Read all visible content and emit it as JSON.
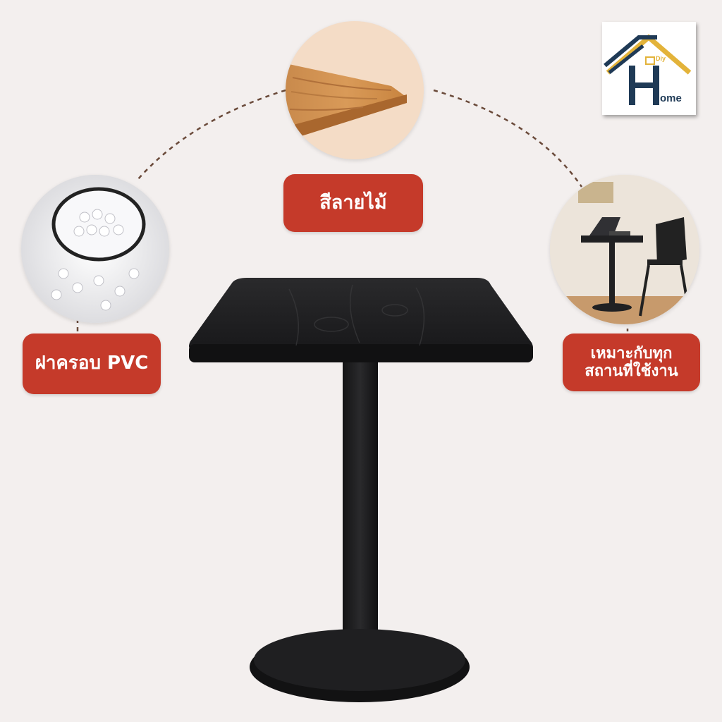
{
  "labels": {
    "wood_pattern": "สีลายไม้",
    "pvc_cover": "ฝาครอบ PVC",
    "suitable_line1": "เหมาะกับทุก",
    "suitable_line2": "สถานที่ใช้งาน"
  },
  "logo": {
    "text": "ome",
    "small_text": "Diy"
  },
  "colors": {
    "accent": "#c53a2a",
    "background": "#f3efee",
    "table": "#1c1c1e",
    "logo_navy": "#1f3a56",
    "logo_gold": "#e3b33a"
  }
}
